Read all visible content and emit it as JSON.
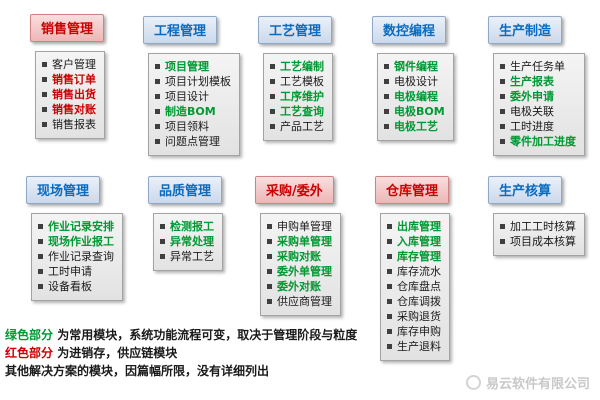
{
  "modules": [
    {
      "id": "sales",
      "title": "销售管理",
      "theme": "red",
      "items": [
        {
          "label": "客户管理",
          "color": "black"
        },
        {
          "label": "销售订单",
          "color": "red"
        },
        {
          "label": "销售出货",
          "color": "red"
        },
        {
          "label": "销售对账",
          "color": "red"
        },
        {
          "label": "销售报表",
          "color": "black"
        }
      ]
    },
    {
      "id": "engineering",
      "title": "工程管理",
      "theme": "blue",
      "items": [
        {
          "label": "项目管理",
          "color": "green"
        },
        {
          "label": "项目计划模板",
          "color": "black"
        },
        {
          "label": "项目设计",
          "color": "black"
        },
        {
          "label": "制造BOM",
          "color": "green"
        },
        {
          "label": "项目领料",
          "color": "black"
        },
        {
          "label": "问题点管理",
          "color": "black"
        }
      ]
    },
    {
      "id": "process",
      "title": "工艺管理",
      "theme": "blue",
      "items": [
        {
          "label": "工艺编制",
          "color": "green"
        },
        {
          "label": "工艺模板",
          "color": "black"
        },
        {
          "label": "工序维护",
          "color": "green"
        },
        {
          "label": "工艺查询",
          "color": "green"
        },
        {
          "label": "产品工艺",
          "color": "black"
        }
      ]
    },
    {
      "id": "cnc",
      "title": "数控编程",
      "theme": "blue",
      "items": [
        {
          "label": "钢件编程",
          "color": "green"
        },
        {
          "label": "电极设计",
          "color": "black"
        },
        {
          "label": "电极编程",
          "color": "green"
        },
        {
          "label": "电极BOM",
          "color": "green"
        },
        {
          "label": "电极工艺",
          "color": "green"
        }
      ]
    },
    {
      "id": "production",
      "title": "生产制造",
      "theme": "blue",
      "items": [
        {
          "label": "生产任务单",
          "color": "black"
        },
        {
          "label": "生产报表",
          "color": "green"
        },
        {
          "label": "委外申请",
          "color": "green"
        },
        {
          "label": "电极关联",
          "color": "black"
        },
        {
          "label": "工时进度",
          "color": "black"
        },
        {
          "label": "零件加工进度",
          "color": "green"
        }
      ]
    },
    {
      "id": "shopfloor",
      "title": "现场管理",
      "theme": "blue",
      "items": [
        {
          "label": "作业记录安排",
          "color": "green"
        },
        {
          "label": "现场作业报工",
          "color": "green"
        },
        {
          "label": "作业记录查询",
          "color": "black"
        },
        {
          "label": "工时申请",
          "color": "black"
        },
        {
          "label": "设备看板",
          "color": "black"
        }
      ]
    },
    {
      "id": "quality",
      "title": "品质管理",
      "theme": "blue",
      "items": [
        {
          "label": "检测报工",
          "color": "green"
        },
        {
          "label": "异常处理",
          "color": "green"
        },
        {
          "label": "异常工艺",
          "color": "black"
        }
      ]
    },
    {
      "id": "purchasing",
      "title": "采购/委外",
      "theme": "red",
      "items": [
        {
          "label": "申购单管理",
          "color": "black"
        },
        {
          "label": "采购单管理",
          "color": "green"
        },
        {
          "label": "采购对账",
          "color": "green"
        },
        {
          "label": "委外单管理",
          "color": "green"
        },
        {
          "label": "委外对账",
          "color": "green"
        },
        {
          "label": "供应商管理",
          "color": "black"
        }
      ]
    },
    {
      "id": "warehouse",
      "title": "仓库管理",
      "theme": "red",
      "items": [
        {
          "label": "出库管理",
          "color": "green"
        },
        {
          "label": "入库管理",
          "color": "green"
        },
        {
          "label": "库存管理",
          "color": "green"
        },
        {
          "label": "库存流水",
          "color": "black"
        },
        {
          "label": "仓库盘点",
          "color": "black"
        },
        {
          "label": "仓库调拨",
          "color": "black"
        },
        {
          "label": "采购退货",
          "color": "black"
        },
        {
          "label": "库存申购",
          "color": "black"
        },
        {
          "label": "生产退料",
          "color": "black"
        }
      ]
    },
    {
      "id": "accounting",
      "title": "生产核算",
      "theme": "blue",
      "items": [
        {
          "label": "加工工时核算",
          "color": "black"
        },
        {
          "label": "项目成本核算",
          "color": "black"
        }
      ]
    }
  ],
  "legend": {
    "line1_colored": "绿色部分",
    "line1_rest": " 为常用模块，系统功能流程可变，取决于管理阶段与粒度",
    "line2_colored": "红色部分",
    "line2_rest": " 为进销存，供应链模块",
    "line3": "其他解决方案的模块，因篇幅所限，没有详细列出"
  },
  "watermark": {
    "text": "易云软件有限公司"
  },
  "colors": {
    "green_item": "#009933",
    "red_item": "#cc0000",
    "blue_header_text": "#0b6bbf",
    "red_header_text": "#cc0000"
  }
}
